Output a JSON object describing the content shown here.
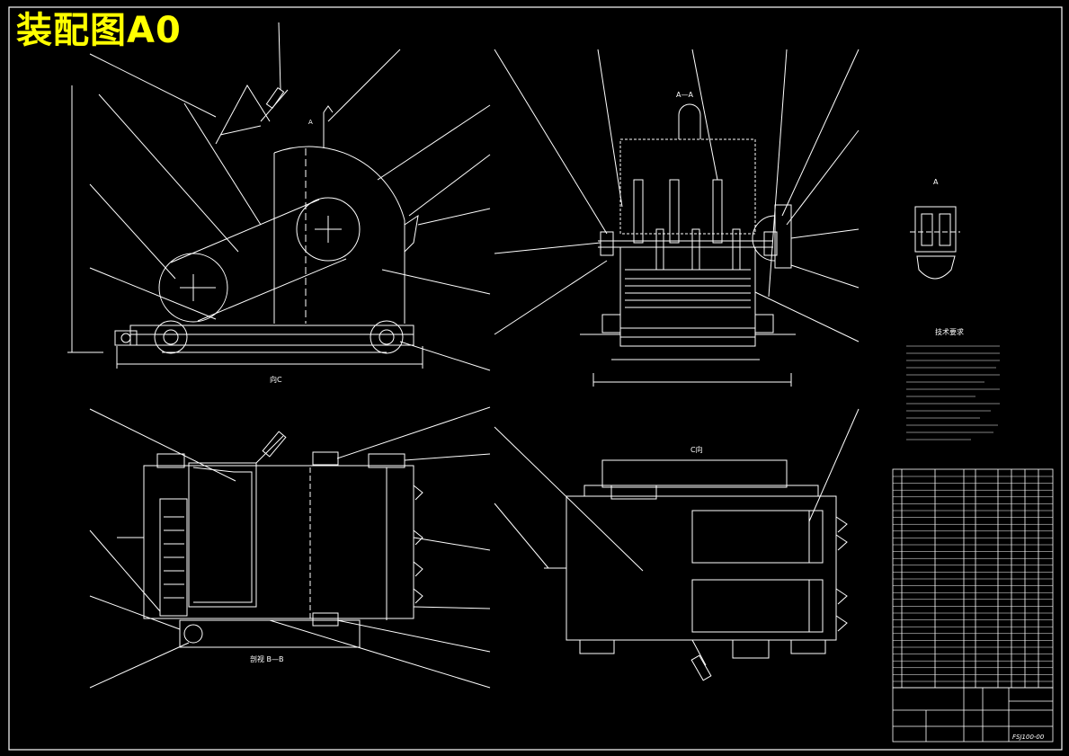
{
  "sheet": {
    "title": "装配图A0",
    "background": "#000000",
    "line_color": "#ffffff",
    "accent_color": "#ffff00"
  },
  "views": {
    "view_c": "向C",
    "section_aa": "A—A",
    "section_bb": "剖视 B—B",
    "view_c_title": "C向",
    "detail_a": "A",
    "section_mark": "A"
  },
  "tech_requirements": {
    "title": "技术要求"
  },
  "title_block": {
    "drawing_no": "FSJ100-00"
  }
}
